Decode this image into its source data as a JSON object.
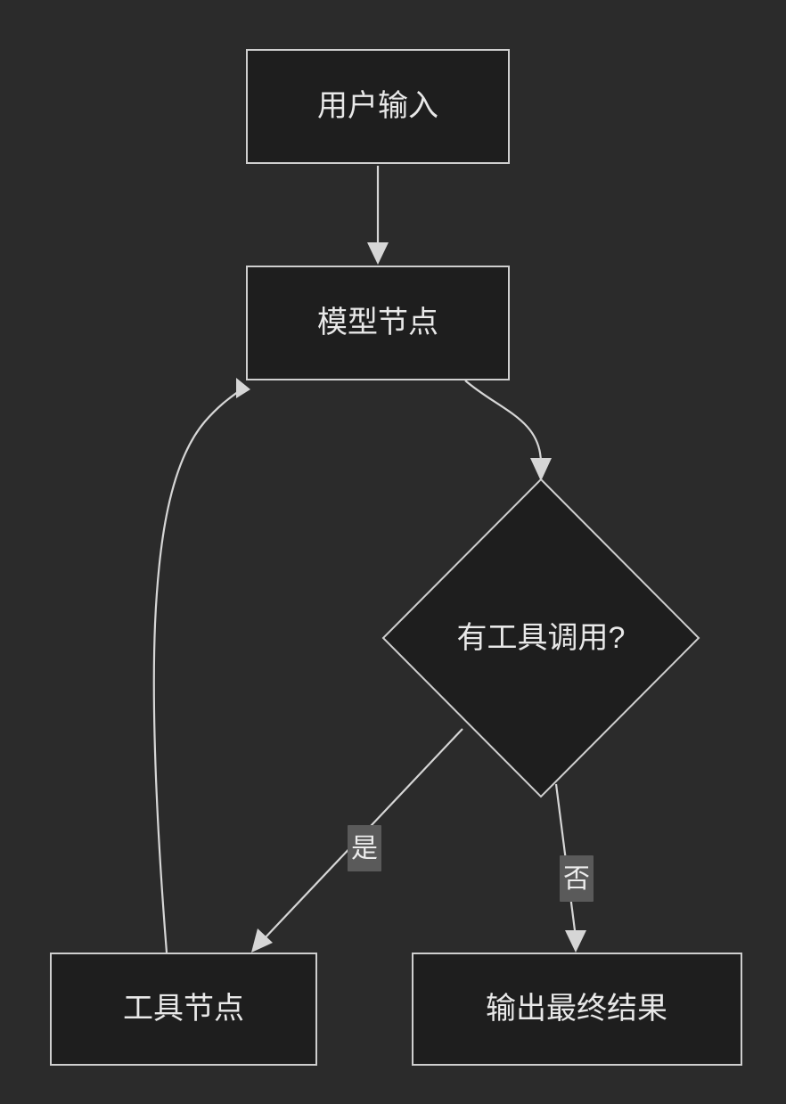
{
  "diagram": {
    "type": "flowchart",
    "direction": "top-to-bottom",
    "theme": {
      "background": "#2b2b2b",
      "node_fill": "#1e1e1e",
      "node_border": "#cfcfcf",
      "edge_color": "#d6d6d6",
      "text_color": "#e8e8e8",
      "edge_label_chip": "#5a5a5a"
    },
    "nodes": [
      {
        "id": "user_input",
        "shape": "rectangle",
        "label": "用户输入"
      },
      {
        "id": "model_node",
        "shape": "rectangle",
        "label": "模型节点"
      },
      {
        "id": "has_tool_call",
        "shape": "diamond",
        "label": "有工具调用?"
      },
      {
        "id": "tool_node",
        "shape": "rectangle",
        "label": "工具节点"
      },
      {
        "id": "final_output",
        "shape": "rectangle",
        "label": "输出最终结果"
      }
    ],
    "edges": [
      {
        "from": "user_input",
        "to": "model_node",
        "label": ""
      },
      {
        "from": "model_node",
        "to": "has_tool_call",
        "label": ""
      },
      {
        "from": "has_tool_call",
        "to": "tool_node",
        "label": "是"
      },
      {
        "from": "has_tool_call",
        "to": "final_output",
        "label": "否"
      },
      {
        "from": "tool_node",
        "to": "model_node",
        "label": ""
      }
    ],
    "edge_labels": {
      "yes": "是",
      "no": "否"
    }
  }
}
